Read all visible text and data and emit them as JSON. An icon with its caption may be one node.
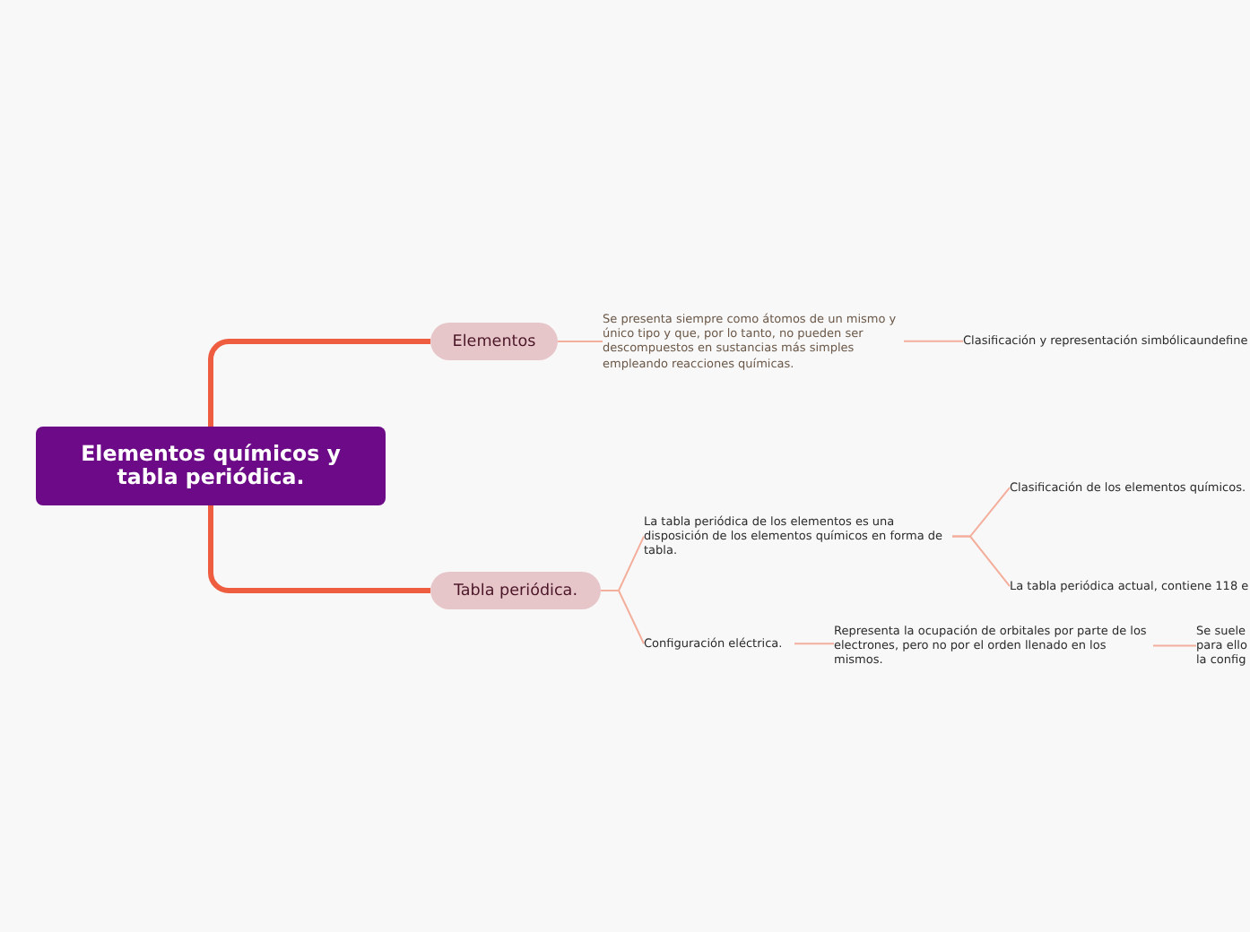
{
  "diagram": {
    "nodes": [
      {
        "text": [
          "Elementos químicos y tabla periódica."
        ]
      },
      {
        "text": [
          "Elementos"
        ]
      },
      {
        "text": [
          "Se presenta siempre como átomos de un mismo y único tipo y que, por lo tanto, no pueden ser descompuestos en sustancias más simples empleando reacciones químicas."
        ]
      },
      {
        "text": [
          "Clasificación y representación simbólicaundefine"
        ]
      },
      {
        "text": [
          "Tabla periódica."
        ]
      },
      {
        "text": [
          "La tabla periódica de los elementos es una disposición de los elementos químicos en forma de tabla."
        ]
      },
      {
        "text": [
          "Clasificación de los elementos químicos."
        ]
      },
      {
        "text": [
          "La tabla periódica actual, contiene 118 e"
        ]
      },
      {
        "text": [
          "Configuración eléctrica."
        ]
      },
      {
        "text": [
          "Representa la ocupación de orbitales por parte de los electrones, pero no por el orden llenado en los mismos."
        ]
      },
      {
        "text": [
          "Se suele para ello la config"
        ]
      }
    ],
    "edges": [
      {
        "from": 0,
        "to": 1,
        "arrow": "none",
        "style": "thick",
        "color": "#ee5d40"
      },
      {
        "from": 0,
        "to": 4,
        "arrow": "none",
        "style": "thick",
        "color": "#ee5d40"
      },
      {
        "from": 1,
        "to": 2,
        "arrow": "none"
      },
      {
        "from": 2,
        "to": 3,
        "arrow": "none"
      },
      {
        "from": 4,
        "to": 5,
        "arrow": "none"
      },
      {
        "from": 4,
        "to": 8,
        "arrow": "none"
      },
      {
        "from": 5,
        "to": 6,
        "arrow": "none"
      },
      {
        "from": 5,
        "to": 7,
        "arrow": "none"
      },
      {
        "from": 8,
        "to": 9,
        "arrow": "none"
      },
      {
        "from": 9,
        "to": 10,
        "arrow": "none"
      }
    ]
  }
}
